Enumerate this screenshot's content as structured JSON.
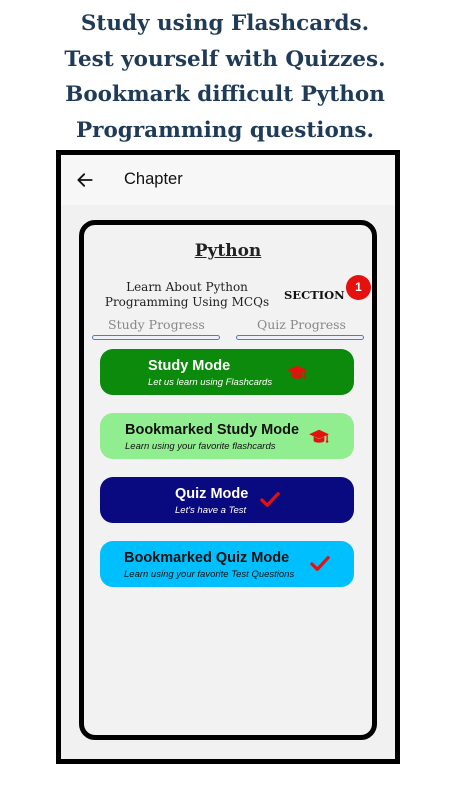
{
  "promo": {
    "lines": [
      "Study using Flashcards.",
      "Test yourself with Quizzes.",
      "Bookmark difficult Python",
      "Programming questions."
    ]
  },
  "appbar": {
    "title": "Chapter",
    "back_icon": "arrow-left-icon"
  },
  "card": {
    "title": "Python",
    "description_line1": "Learn About Python",
    "description_line2": "Programming Using MCQs",
    "section_label": "SECTION",
    "section_number": "1",
    "study_progress_label": "Study Progress",
    "study_progress_value": 0,
    "quiz_progress_label": "Quiz Progress",
    "quiz_progress_value": 0
  },
  "modes": [
    {
      "title": "Study Mode",
      "subtitle": "Let us learn using Flashcards",
      "icon": "graduation-cap-icon",
      "bg_color": "#0b8a0b",
      "text_color": "#ffffff"
    },
    {
      "title": "Bookmarked Study Mode",
      "subtitle": "Learn using your favorite flashcards",
      "icon": "graduation-cap-icon",
      "bg_color": "#90ee90",
      "text_color": "#111111"
    },
    {
      "title": "Quiz Mode",
      "subtitle": "Let's have a Test",
      "icon": "checkmark-icon",
      "bg_color": "#0a0a80",
      "text_color": "#ffffff"
    },
    {
      "title": "Bookmarked Quiz Mode",
      "subtitle": "Learn using your favorite Test Questions",
      "icon": "checkmark-icon",
      "bg_color": "#00bfff",
      "text_color": "#111111"
    }
  ],
  "colors": {
    "promo_text": "#1f3b57",
    "icon_red": "#e5110f",
    "progress_border": "#4f7bc8"
  }
}
